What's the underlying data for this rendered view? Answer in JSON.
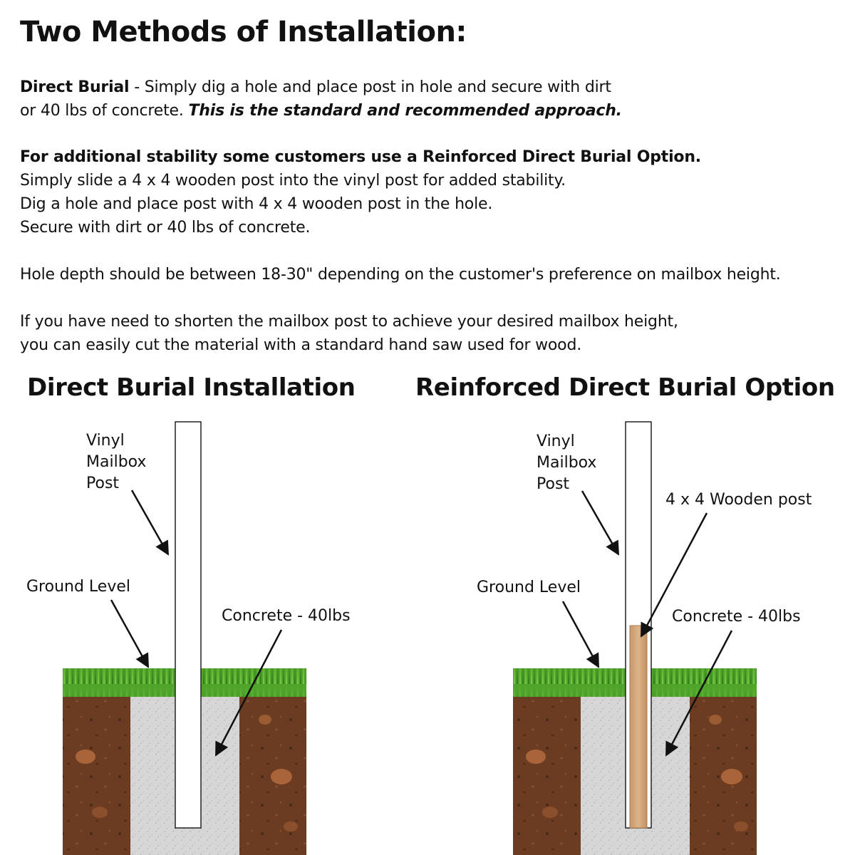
{
  "title": "Two Methods of Installation:",
  "direct_burial": {
    "term": "Direct Burial",
    "line1_rest": " - Simply dig a hole and place post in hole and secure with dirt",
    "line2_plain": "or 40 lbs of concrete. ",
    "line2_emph": "This is the standard and recommended approach."
  },
  "reinforced": {
    "heading": "For additional stability some customers use a Reinforced Direct Burial Option.",
    "lines": [
      "Simply slide a 4 x 4 wooden post into the vinyl post for added stability.",
      "Dig a hole and place post with 4 x 4 wooden post in the hole.",
      "Secure with dirt or 40 lbs of concrete."
    ]
  },
  "hole_depth": "Hole depth should be between 18-30\" depending on the customer's preference on mailbox height.",
  "shorten": [
    "If you have need to shorten the mailbox post to achieve your desired mailbox height,",
    "you can easily cut the material with a standard hand saw used for wood."
  ],
  "diagrams": [
    {
      "heading": "Direct Burial Installation",
      "post_label": [
        "Vinyl",
        "Mailbox",
        "Post"
      ],
      "ground_label": "Ground Level",
      "concrete_label": "Concrete - 40lbs"
    },
    {
      "heading": "Reinforced Direct Burial Option",
      "post_label": [
        "Vinyl",
        "Mailbox",
        "Post"
      ],
      "wood_label": "4 x 4 Wooden post",
      "ground_label": "Ground Level",
      "concrete_label": "Concrete - 40lbs"
    }
  ],
  "colors": {
    "soil": "#6b3b22",
    "grass": "#4fa52a",
    "concrete": "#d6d6d6",
    "wood": "#d2a679",
    "post": "#ffffff"
  }
}
